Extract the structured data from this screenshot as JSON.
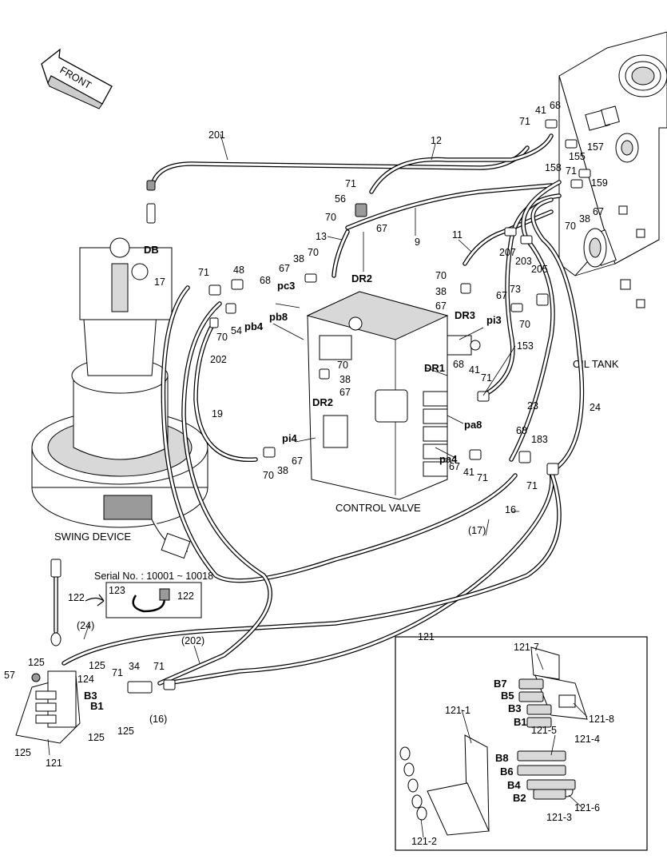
{
  "labels": {
    "front": "FRONT",
    "oil_tank": "OIL TANK",
    "control_valve": "CONTROL VALVE",
    "swing_device": "SWING DEVICE",
    "serial_no": "Serial No. : 10001 ~ 10018",
    "inset_121": "121"
  },
  "ports": {
    "DB": "DB",
    "DR2_top": "DR2",
    "DR3": "DR3",
    "DR1": "DR1",
    "DR2_low": "DR2",
    "pc3": "pc3",
    "pb8": "pb8",
    "pb4": "pb4",
    "pi3": "pi3",
    "pa8": "pa8",
    "pa4": "pa4",
    "pi4": "pi4",
    "B3": "B3",
    "B1": "B1",
    "B7": "B7",
    "B5": "B5",
    "B3i": "B3",
    "B1i": "B1",
    "B8": "B8",
    "B6": "B6",
    "B4": "B4",
    "B2": "B2"
  },
  "parts": {
    "p201": "201",
    "p12": "12",
    "p9": "9",
    "p13": "13",
    "p11": "11",
    "p71_a": "71",
    "p41_a": "41",
    "p68_a": "68",
    "p155": "155",
    "p157": "157",
    "p158": "158",
    "p71_b": "71",
    "p159": "159",
    "p67_a": "67",
    "p38_a": "38",
    "p70_a": "70",
    "p71_c": "71",
    "p56": "56",
    "p70_b": "70",
    "p67_b": "67",
    "p207": "207",
    "p203": "203",
    "p205": "205",
    "p48": "48",
    "p71_d": "71",
    "p17": "17",
    "p68_b": "68",
    "p67_c": "67",
    "p38_b": "38",
    "p70_c": "70",
    "p54": "54",
    "p70_d": "70",
    "p202": "202",
    "p19": "19",
    "p70_e": "70",
    "p38_c": "38",
    "p67_d": "67",
    "p67_e": "67",
    "p73": "73",
    "p70_f": "70",
    "p153": "153",
    "p70_g": "70",
    "p38_d": "38",
    "p67_f": "67",
    "p68_c": "68",
    "p41_b": "41",
    "p71_e": "71",
    "p23": "23",
    "p24": "24",
    "p68_d": "68",
    "p183": "183",
    "p41_c": "41",
    "p71_f": "71",
    "p71_g": "71",
    "p67_g": "67",
    "p70_h": "70",
    "p38_e": "38",
    "p16": "16",
    "p17p": "(17)",
    "p122_a": "122",
    "p123": "123",
    "p122_b": "122",
    "p24p": "(24)",
    "p202p": "(202)",
    "p125_a": "125",
    "p57": "57",
    "p124": "124",
    "p125_b": "125",
    "p71_h": "71",
    "p34": "34",
    "p71_i": "71",
    "p125_c": "125",
    "p16p": "(16)",
    "p125_d": "125",
    "p121": "121",
    "p125_e": "125",
    "p121_7": "121-7",
    "p121_1": "121-1",
    "p121_8": "121-8",
    "p121_5": "121-5",
    "p121_4": "121-4",
    "p121_6": "121-6",
    "p121_3": "121-3",
    "p121_2": "121-2"
  }
}
